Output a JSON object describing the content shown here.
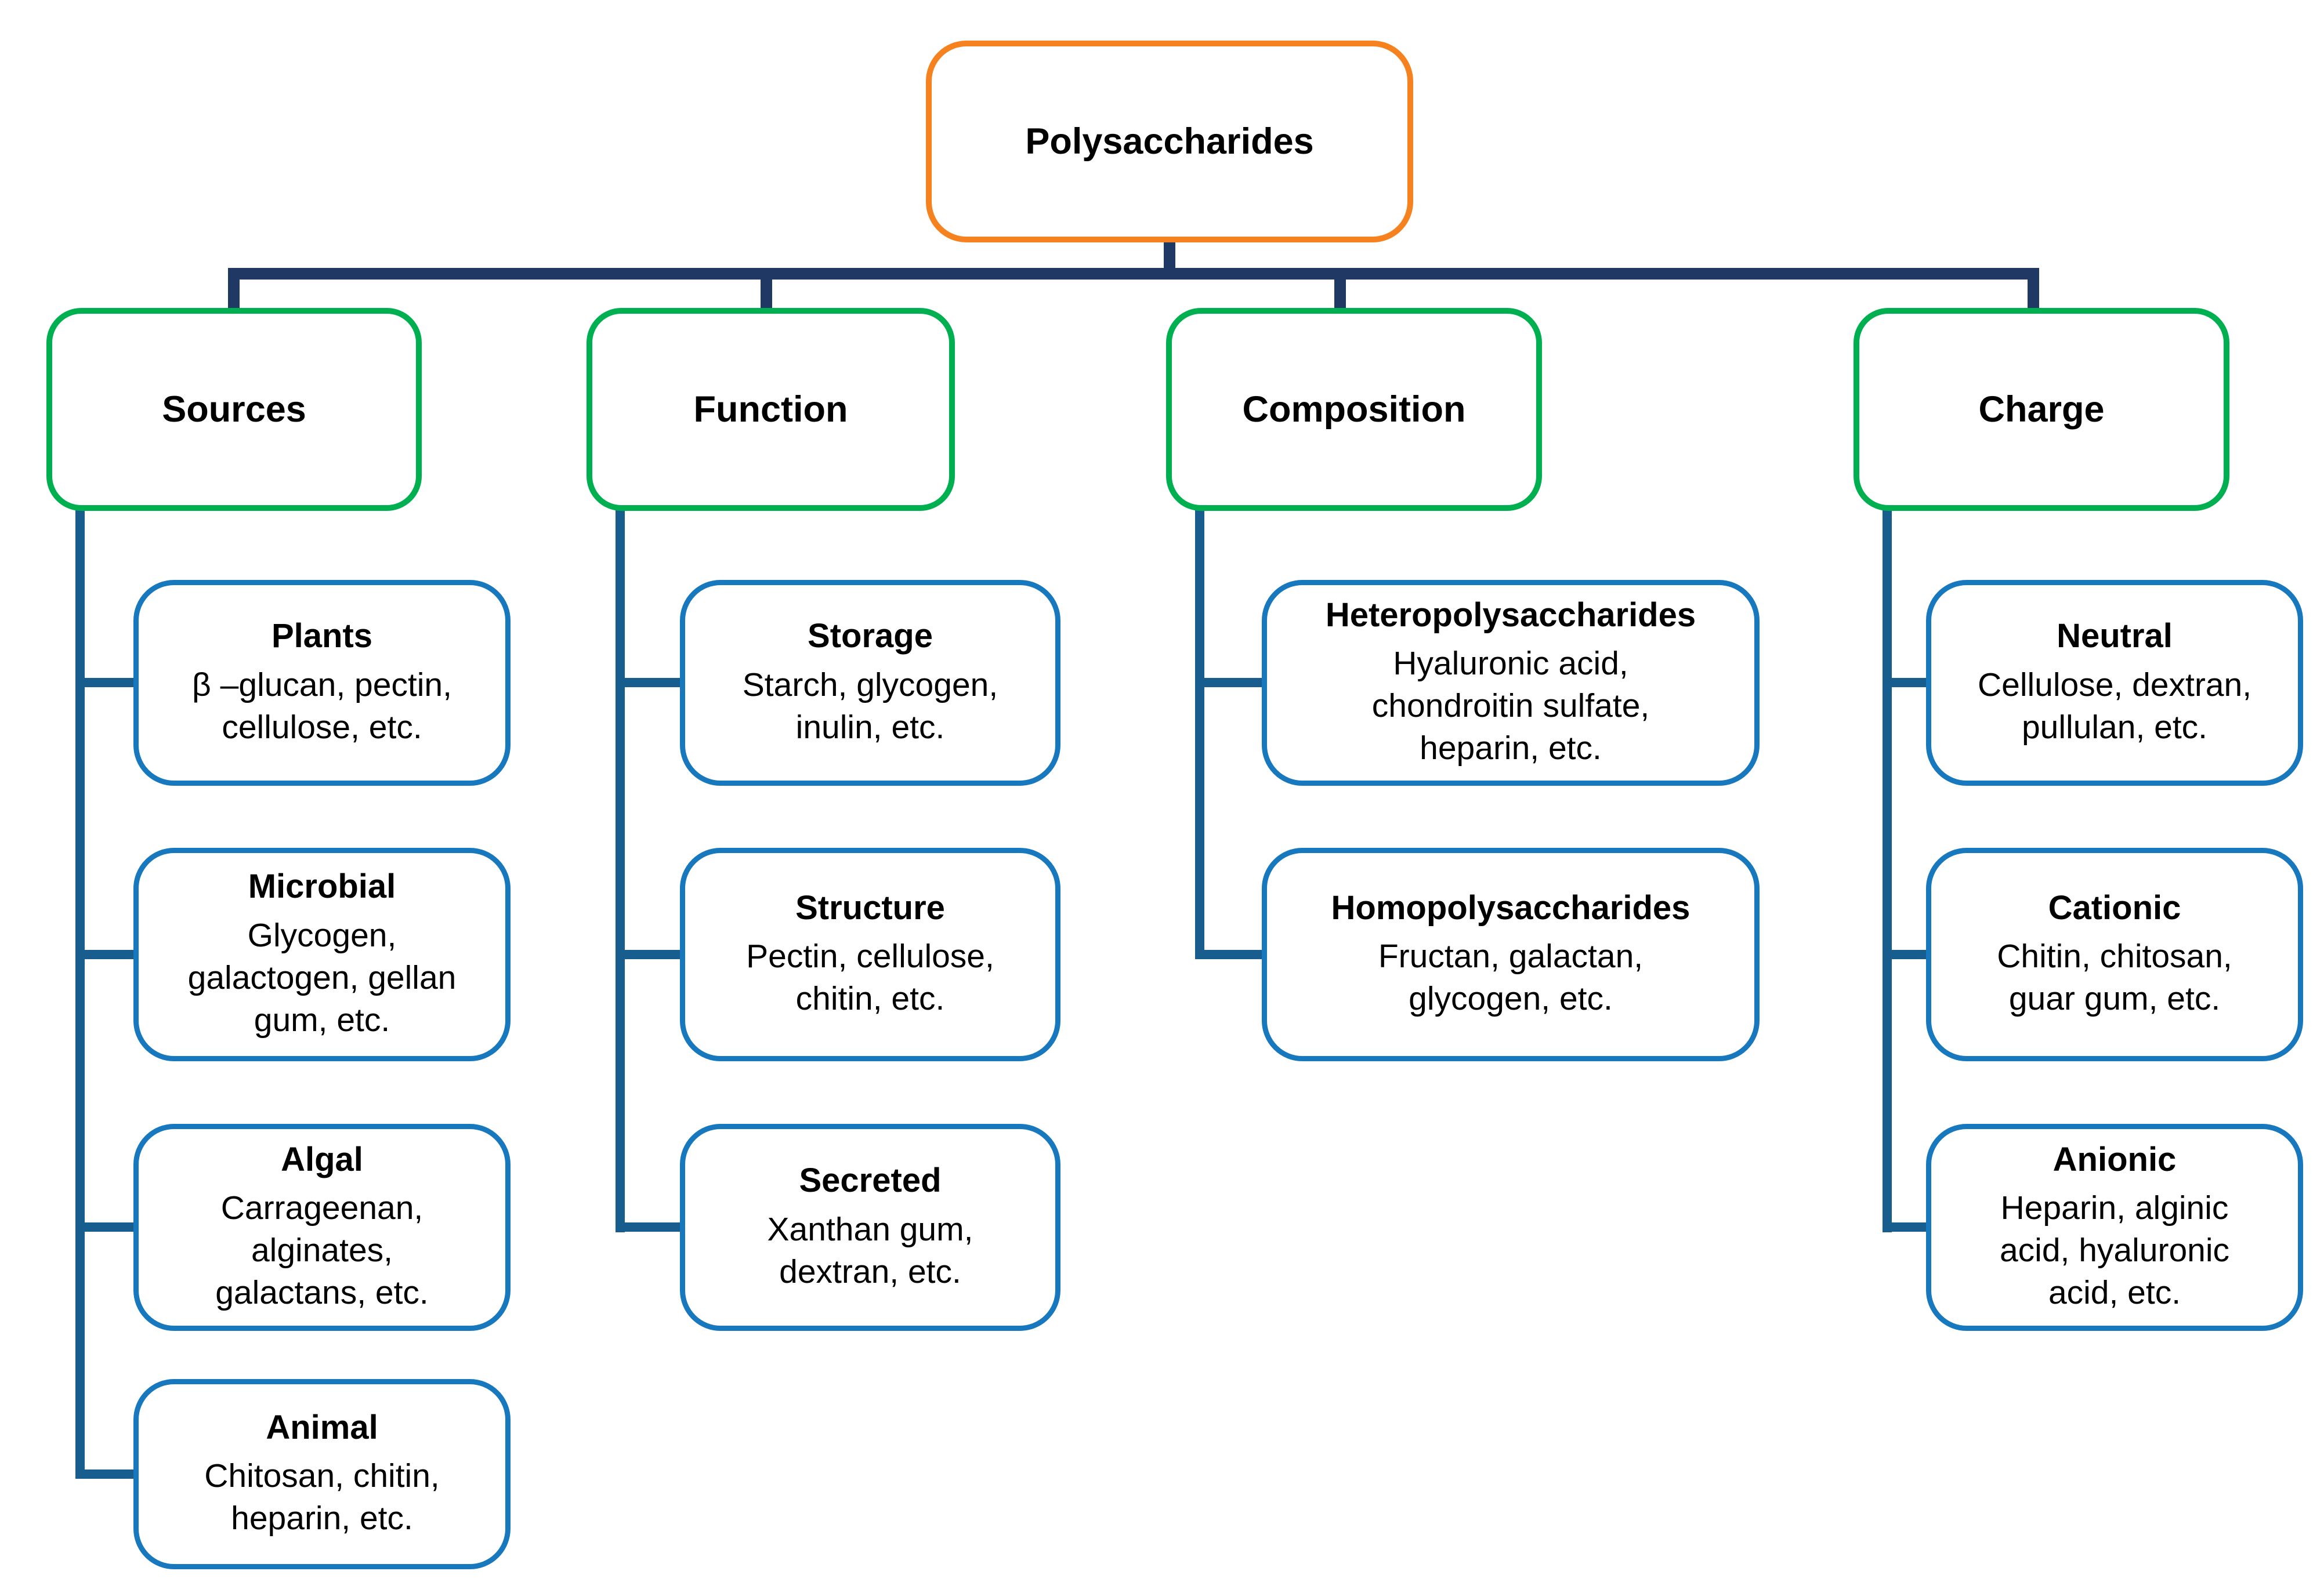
{
  "root": {
    "label": "Polysaccharides"
  },
  "colors": {
    "root_border": "#F6821F",
    "category_border": "#00B050",
    "item_border": "#1878BE",
    "top_connector": "#1F3864",
    "branch_connector": "#175E8F",
    "text": "#000000",
    "background": "#FFFFFF"
  },
  "branches": [
    {
      "label": "Sources",
      "children": [
        {
          "title": "Plants",
          "desc": "β –glucan, pectin,\ncellulose, etc."
        },
        {
          "title": "Microbial",
          "desc": "Glycogen,\ngalactogen, gellan\ngum, etc."
        },
        {
          "title": "Algal",
          "desc": "Carrageenan,\nalginates,\ngalactans, etc."
        },
        {
          "title": "Animal",
          "desc": "Chitosan, chitin,\nheparin, etc."
        }
      ]
    },
    {
      "label": "Function",
      "children": [
        {
          "title": "Storage",
          "desc": "Starch, glycogen,\ninulin, etc."
        },
        {
          "title": "Structure",
          "desc": "Pectin, cellulose,\nchitin, etc."
        },
        {
          "title": "Secreted",
          "desc": "Xanthan gum,\ndextran, etc."
        }
      ]
    },
    {
      "label": "Composition",
      "children": [
        {
          "title": "Heteropolysaccharides",
          "desc": "Hyaluronic acid,\nchondroitin sulfate,\nheparin, etc."
        },
        {
          "title": "Homopolysaccharides",
          "desc": "Fructan, galactan,\nglycogen, etc."
        }
      ]
    },
    {
      "label": "Charge",
      "children": [
        {
          "title": "Neutral",
          "desc": "Cellulose, dextran,\npullulan, etc."
        },
        {
          "title": "Cationic",
          "desc": "Chitin, chitosan,\nguar gum, etc."
        },
        {
          "title": "Anionic",
          "desc": "Heparin, alginic\nacid, hyaluronic\nacid, etc."
        }
      ]
    }
  ]
}
